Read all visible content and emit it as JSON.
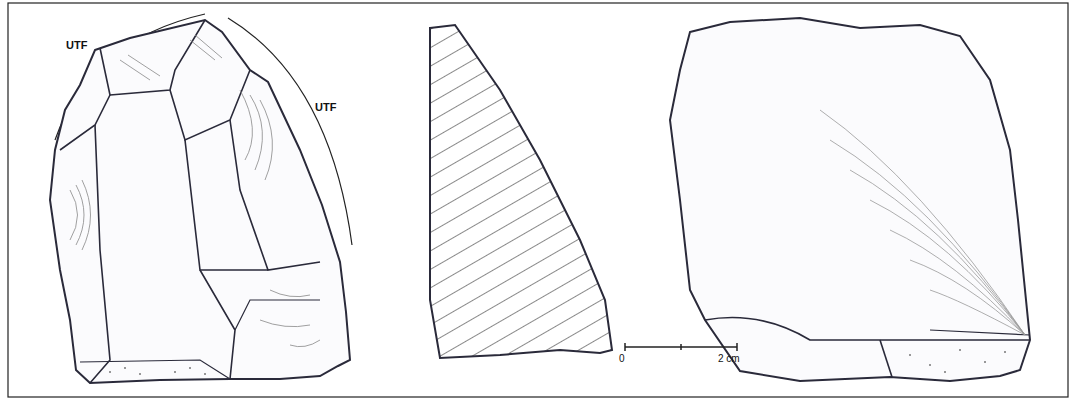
{
  "diagram": {
    "labels": [
      "UTF",
      "UTF",
      "0",
      "2 cm"
    ]
  }
}
